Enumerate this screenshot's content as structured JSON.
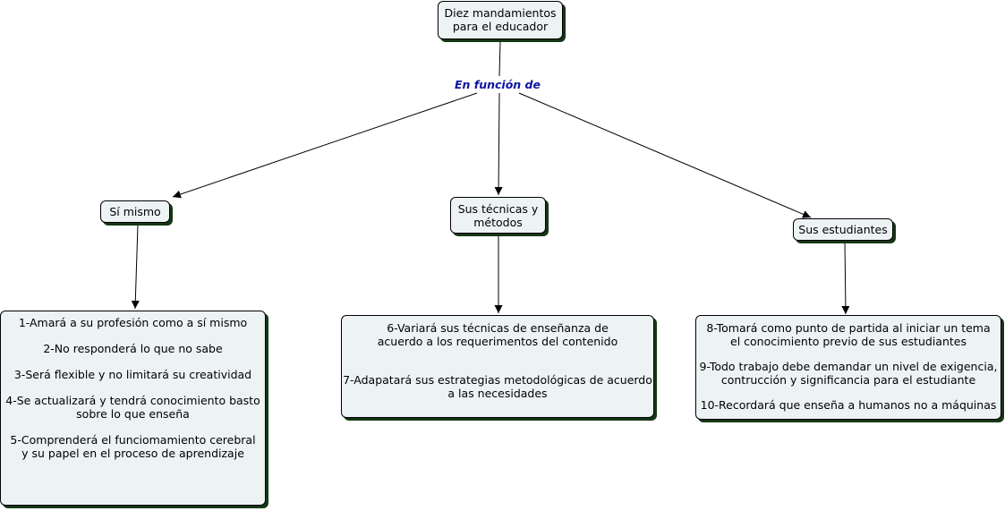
{
  "colors": {
    "node_fill": "#edf3f5",
    "shadow": "#153615",
    "link_label": "#0a14a0",
    "line": "#000000"
  },
  "root": "Diez mandamientos\npara el educador",
  "link_label": "En función de",
  "categories": {
    "self": "Sí  mismo",
    "methods": "Sus técnicas y\nmétodos",
    "students": "Sus estudiantes"
  },
  "details": {
    "self": [
      "1-Amará a su profesión como a sí mismo",
      "2-No responderá lo que no sabe",
      "3-Será flexible y no limitará su creatividad",
      "4-Se actualizará y tendrá conocimiento basto\nsobre lo que enseña",
      "5-Comprenderá el funciomamiento cerebral\ny su papel en el proceso de aprendizaje"
    ],
    "methods": [
      "6-Variará sus técnicas de enseñanza de\nacuerdo a los requerimentos del contenido",
      "7-Adapatará sus estrategias metodológicas de acuerdo\na las necesidades"
    ],
    "students": [
      "8-Tomará como punto de partida al iniciar un tema\nel conocimiento previo de sus estudiantes",
      "9-Todo trabajo debe demandar un nivel de exigencia,\ncontrucción y significancia para el estudiante",
      "10-Recordará que enseña a humanos no a máquinas"
    ]
  }
}
